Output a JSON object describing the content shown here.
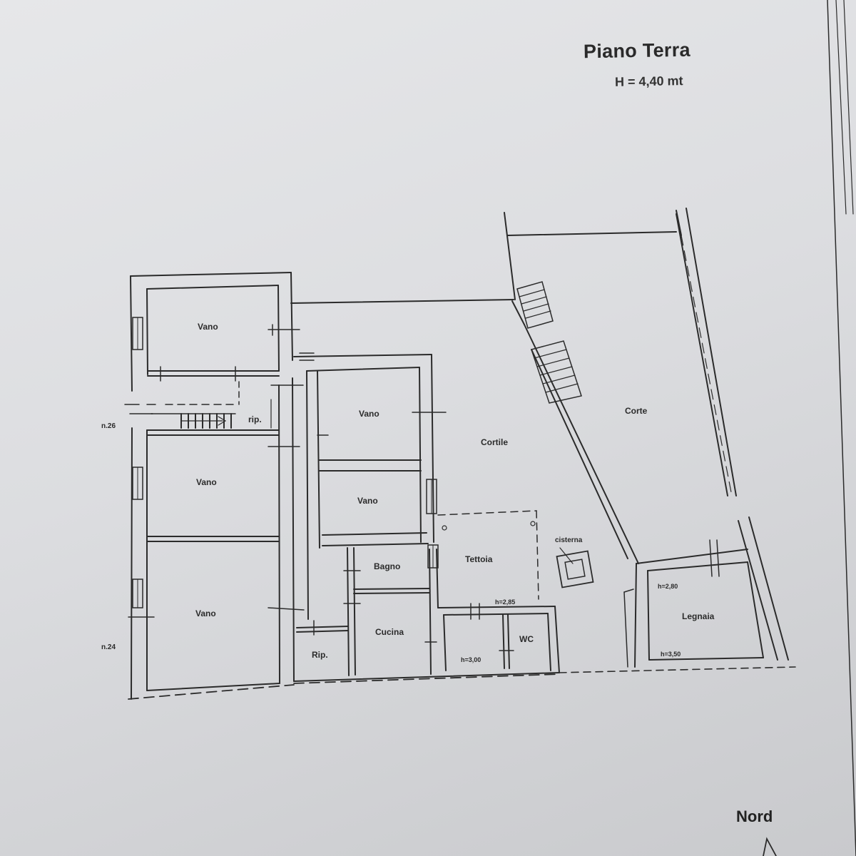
{
  "title": "Piano Terra",
  "height_note": "H = 4,40 mt",
  "north_label": "Nord",
  "rooms": {
    "vano_1": "Vano",
    "vano_2": "Vano",
    "vano_3": "Vano",
    "vano_4": "Vano",
    "vano_5": "Vano",
    "cortile": "Cortile",
    "corte": "Corte",
    "bagno": "Bagno",
    "cucina": "Cucina",
    "tettoia": "Tettoia",
    "wc": "WC",
    "legnaia": "Legnaia",
    "rip_1": "rip.",
    "rip_2": "Rip.",
    "cisterna": "cisterna"
  },
  "heights": {
    "tettoia": "h=2,85",
    "wc": "h=3,00",
    "legnaia_top": "h=2,80",
    "legnaia_bottom": "h=3,50"
  },
  "civic_numbers": {
    "n26": "n.26",
    "n24": "n.24"
  },
  "colors": {
    "ink": "#2b2b2b",
    "paper": "#e3e4e6"
  }
}
